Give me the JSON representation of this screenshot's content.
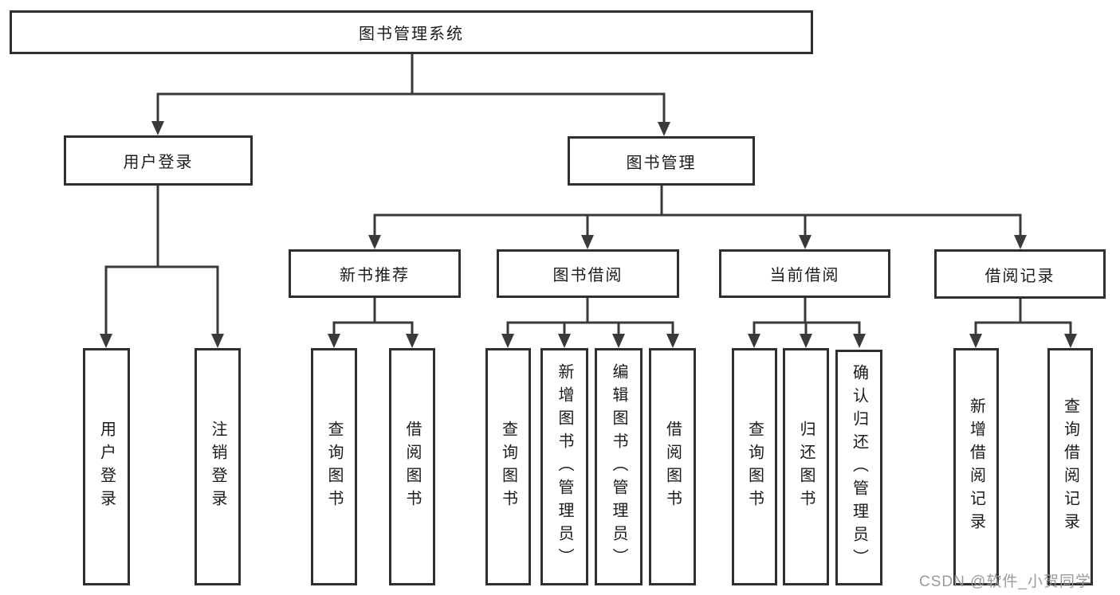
{
  "diagram_title": "图书管理系统",
  "tree": {
    "label": "图书管理系统",
    "children": [
      {
        "label": "用户登录",
        "children": [
          {
            "label": "用户登录"
          },
          {
            "label": "注销登录"
          }
        ]
      },
      {
        "label": "图书管理",
        "children": [
          {
            "label": "新书推荐",
            "children": [
              {
                "label": "查询图书"
              },
              {
                "label": "借阅图书"
              }
            ]
          },
          {
            "label": "图书借阅",
            "children": [
              {
                "label": "查询图书"
              },
              {
                "label": "新增图书（管理员）"
              },
              {
                "label": "编辑图书（管理员）"
              },
              {
                "label": "借阅图书"
              }
            ]
          },
          {
            "label": "当前借阅",
            "children": [
              {
                "label": "查询图书"
              },
              {
                "label": "归还图书"
              },
              {
                "label": "确认归还（管理员）"
              }
            ]
          },
          {
            "label": "借阅记录",
            "children": [
              {
                "label": "新增借阅记录"
              },
              {
                "label": "查询借阅记录"
              }
            ]
          }
        ]
      }
    ]
  },
  "watermark": {
    "text": "CSDN @软件_小贺同学"
  },
  "colors": {
    "line": "#3a3a3a",
    "box_border": "#2e2e2e",
    "box_fill": "#ffffff",
    "text": "#1b1b1b",
    "watermark": "#949699"
  }
}
